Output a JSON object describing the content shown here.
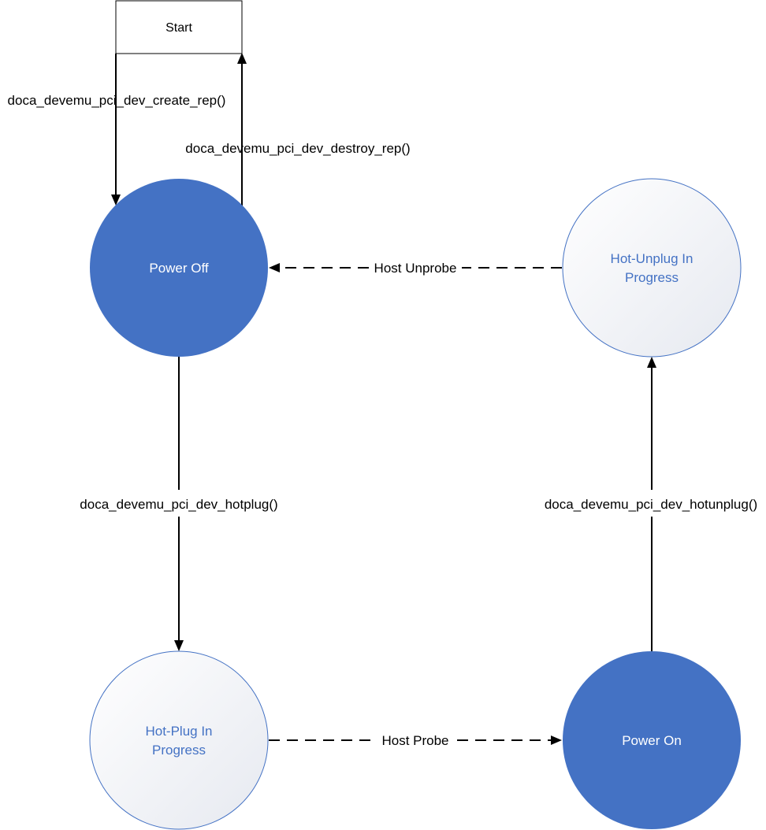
{
  "start": {
    "label": "Start"
  },
  "states": {
    "power_off": {
      "label": "Power Off"
    },
    "hot_unplug": {
      "line1": "Hot-Unplug In",
      "line2": "Progress"
    },
    "hot_plug": {
      "line1": "Hot-Plug In",
      "line2": "Progress"
    },
    "power_on": {
      "label": "Power On"
    }
  },
  "transitions": {
    "create_rep": "doca_devemu_pci_dev_create_rep()",
    "destroy_rep": "doca_devemu_pci_dev_destroy_rep()",
    "host_unprobe": "Host Unprobe",
    "hotplug": "doca_devemu_pci_dev_hotplug()",
    "hotunplug": "doca_devemu_pci_dev_hotunplug()",
    "host_probe": "Host Probe"
  },
  "colors": {
    "active_fill": "#4472c4",
    "inactive_stroke": "#4472c4",
    "line": "#000000"
  }
}
